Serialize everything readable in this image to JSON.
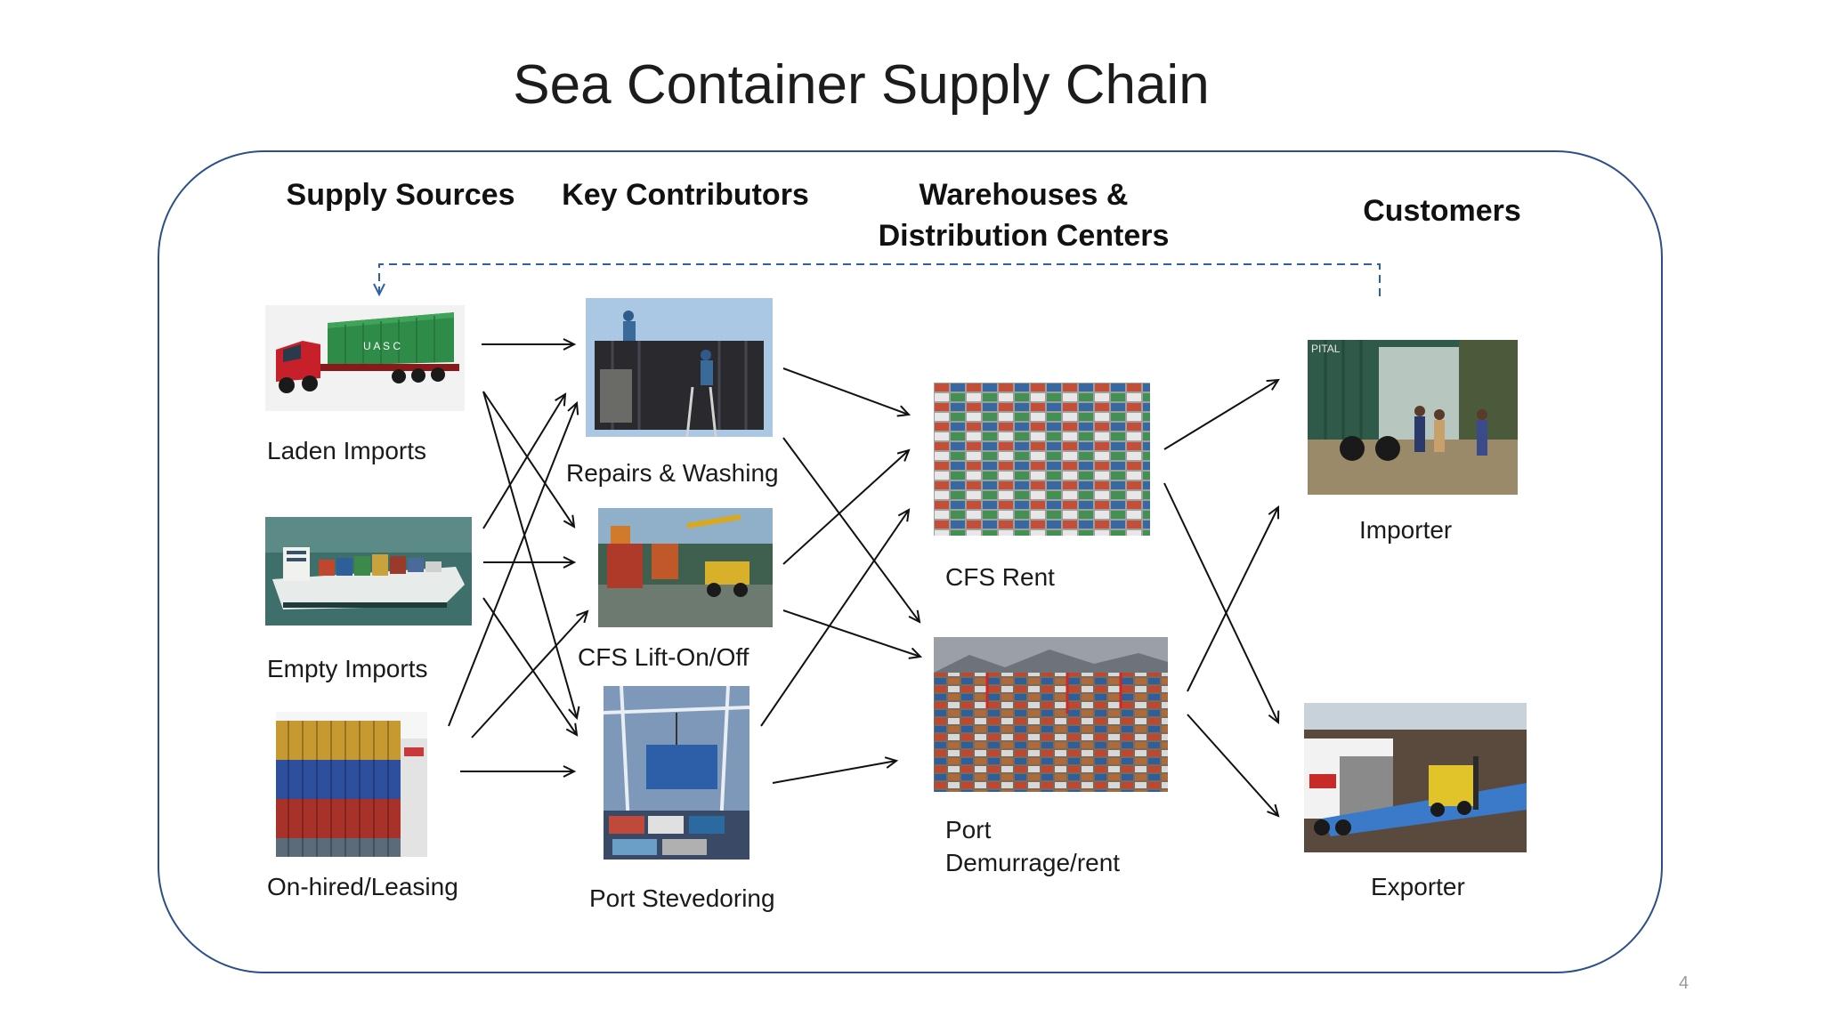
{
  "title": "Sea Container Supply Chain",
  "page_number": "4",
  "columns": {
    "supply_sources": "Supply  Sources",
    "key_contributors": "Key Contributors",
    "warehouses_line1": "Warehouses &",
    "warehouses_line2": "Distribution Centers",
    "customers": "Customers"
  },
  "supply_sources": [
    {
      "label": "Laden Imports",
      "icon": "container-truck"
    },
    {
      "label": "Empty Imports",
      "icon": "container-ship"
    },
    {
      "label": "On-hired/Leasing",
      "icon": "container-stack"
    }
  ],
  "key_contributors": [
    {
      "label": "Repairs & Washing",
      "icon": "container-repair-workers"
    },
    {
      "label": "CFS Lift-On/Off",
      "icon": "reach-stacker"
    },
    {
      "label": "Port Stevedoring",
      "icon": "crane-lifting-container"
    }
  ],
  "warehouses": [
    {
      "label": "CFS Rent",
      "icon": "container-yard"
    },
    {
      "label_line1": "Port",
      "label_line2": "Demurrage/rent",
      "icon": "port-terminal"
    }
  ],
  "customers": [
    {
      "label": "Importer",
      "icon": "container-unloading"
    },
    {
      "label": "Exporter",
      "icon": "forklift-loading-trailer"
    }
  ],
  "colors": {
    "frame": "#2b4f8a",
    "return_loop": "#2e5fa8",
    "arrows": "#111111"
  }
}
